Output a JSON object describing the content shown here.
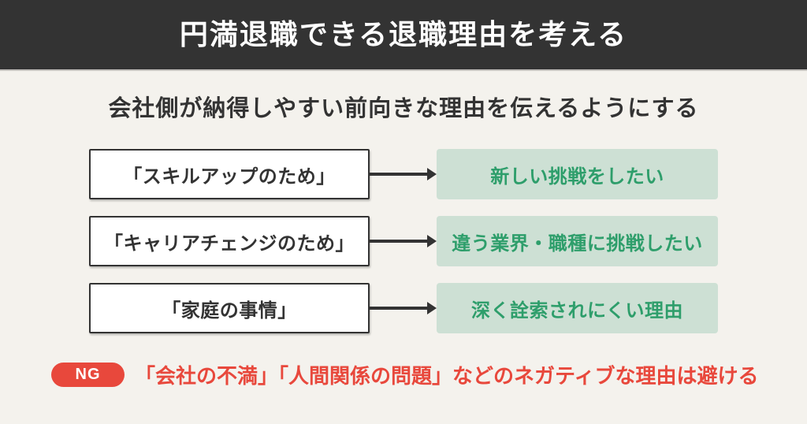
{
  "page": {
    "title": "円満退職できる退職理由を考える",
    "subtitle": "会社側が納得しやすい前向きな理由を伝えるようにする"
  },
  "rows": [
    {
      "reason": "「スキルアップのため」",
      "meaning": "新しい挑戦をしたい"
    },
    {
      "reason": "「キャリアチェンジのため」",
      "meaning": "違う業界・職種に挑戦したい"
    },
    {
      "reason": "「家庭の事情」",
      "meaning": "深く詮索されにくい理由"
    }
  ],
  "ng": {
    "badge": "NG",
    "text": "「会社の不満」「人間関係の問題」などのネガティブな理由は避ける"
  },
  "colors": {
    "header_bg": "#333333",
    "page_bg": "#f4f2ed",
    "box_border": "#333333",
    "meaning_box_bg": "#cde0d4",
    "meaning_text": "#2e9e6b",
    "ng_red": "#e8483c",
    "title_text": "#ffffff",
    "dark_text": "#333333"
  }
}
